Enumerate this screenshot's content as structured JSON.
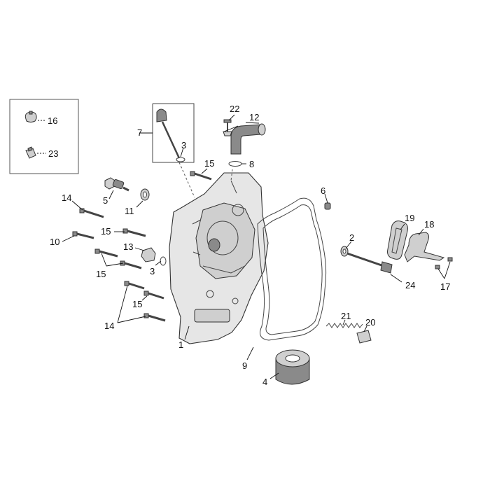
{
  "callouts": [
    {
      "id": "c1",
      "text": "1"
    },
    {
      "id": "c2",
      "text": "2"
    },
    {
      "id": "c3a",
      "text": "3"
    },
    {
      "id": "c3b",
      "text": "3"
    },
    {
      "id": "c4",
      "text": "4"
    },
    {
      "id": "c5",
      "text": "5"
    },
    {
      "id": "c6",
      "text": "6"
    },
    {
      "id": "c7",
      "text": "7"
    },
    {
      "id": "c8",
      "text": "8"
    },
    {
      "id": "c9",
      "text": "9"
    },
    {
      "id": "c10",
      "text": "10"
    },
    {
      "id": "c11",
      "text": "11"
    },
    {
      "id": "c12",
      "text": "12"
    },
    {
      "id": "c13",
      "text": "13"
    },
    {
      "id": "c14a",
      "text": "14"
    },
    {
      "id": "c14b",
      "text": "14"
    },
    {
      "id": "c15a",
      "text": "15"
    },
    {
      "id": "c15b",
      "text": "15"
    },
    {
      "id": "c15c",
      "text": "15"
    },
    {
      "id": "c15d",
      "text": "15"
    },
    {
      "id": "c16",
      "text": "16"
    },
    {
      "id": "c17",
      "text": "17"
    },
    {
      "id": "c18",
      "text": "18"
    },
    {
      "id": "c19",
      "text": "19"
    },
    {
      "id": "c20",
      "text": "20"
    },
    {
      "id": "c21",
      "text": "21"
    },
    {
      "id": "c22",
      "text": "22"
    },
    {
      "id": "c23",
      "text": "23"
    },
    {
      "id": "c24",
      "text": "24"
    }
  ]
}
